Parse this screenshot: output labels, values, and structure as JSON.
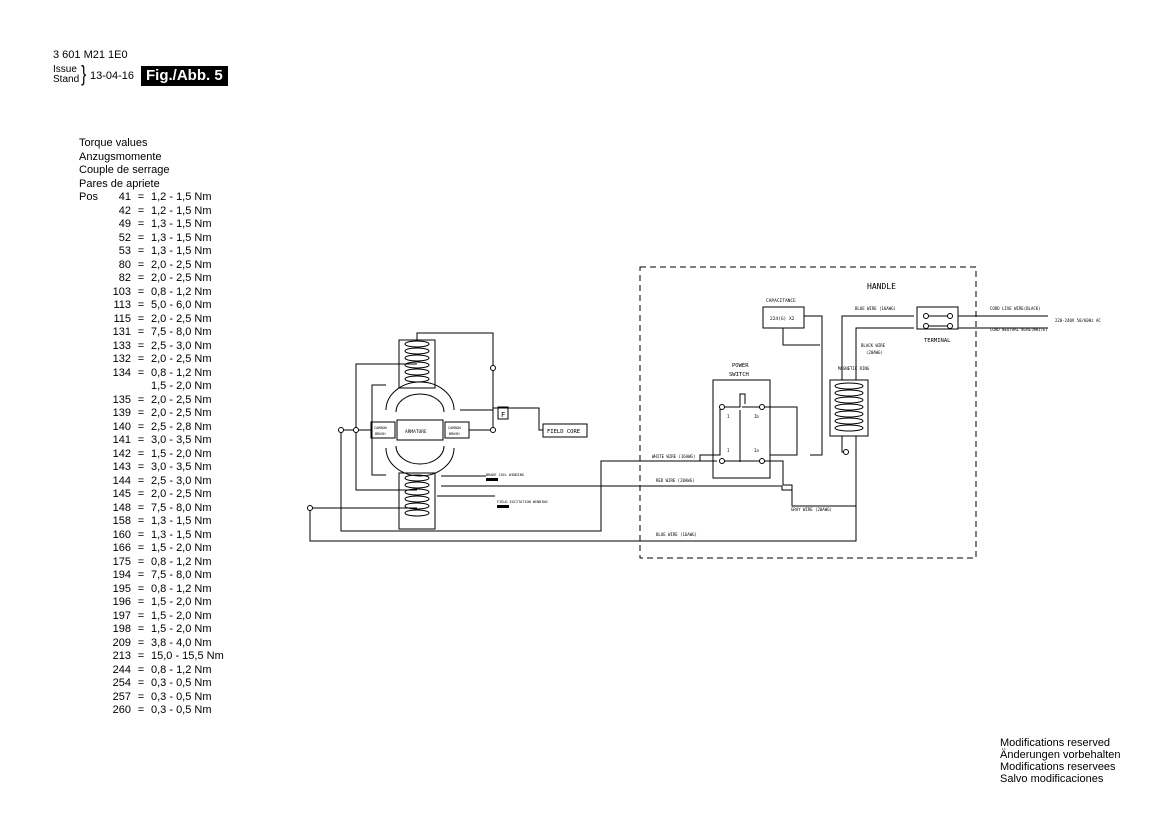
{
  "header": {
    "code": "3 601 M21 1E0",
    "issue_label": "Issue",
    "stand_label": "Stand",
    "date": "13-04-16",
    "figure": "Fig./Abb. 5"
  },
  "torque": {
    "headings": [
      "Torque values",
      "Anzugsmomente",
      "Couple de serrage",
      "Pares de apriete"
    ],
    "pos_label": "Pos",
    "rows": [
      {
        "pos": "41",
        "value": "1,2 - 1,5 Nm"
      },
      {
        "pos": "42",
        "value": "1,2 - 1,5 Nm"
      },
      {
        "pos": "49",
        "value": "1,3 - 1,5 Nm"
      },
      {
        "pos": "52",
        "value": "1,3 - 1,5 Nm"
      },
      {
        "pos": "53",
        "value": "1,3 - 1,5 Nm"
      },
      {
        "pos": "80",
        "value": "2,0 - 2,5 Nm"
      },
      {
        "pos": "82",
        "value": "2,0 - 2,5 Nm"
      },
      {
        "pos": "103",
        "value": "0,8 - 1,2 Nm"
      },
      {
        "pos": "113",
        "value": "5,0 - 6,0 Nm"
      },
      {
        "pos": "115",
        "value": "2,0 - 2,5 Nm"
      },
      {
        "pos": "131",
        "value": "7,5 - 8,0 Nm"
      },
      {
        "pos": "133",
        "value": "2,5 - 3,0 Nm"
      },
      {
        "pos": "132",
        "value": "2,0 - 2,5 Nm"
      },
      {
        "pos": "134",
        "value": "0,8 - 1,2 Nm"
      },
      {
        "pos": "",
        "value": "1,5 - 2,0 Nm"
      },
      {
        "pos": "135",
        "value": "2,0 - 2,5 Nm"
      },
      {
        "pos": "139",
        "value": "2,0 - 2,5 Nm"
      },
      {
        "pos": "140",
        "value": "2,5 - 2,8 Nm"
      },
      {
        "pos": "141",
        "value": "3,0 - 3,5 Nm"
      },
      {
        "pos": "142",
        "value": "1,5 - 2,0 Nm"
      },
      {
        "pos": "143",
        "value": "3,0 - 3,5 Nm"
      },
      {
        "pos": "144",
        "value": "2,5 - 3,0 Nm"
      },
      {
        "pos": "145",
        "value": "2,0 - 2,5 Nm"
      },
      {
        "pos": "148",
        "value": "7,5 - 8,0 Nm"
      },
      {
        "pos": "158",
        "value": "1,3 - 1,5 Nm"
      },
      {
        "pos": "160",
        "value": "1,3 - 1,5 Nm"
      },
      {
        "pos": "166",
        "value": "1,5 - 2,0 Nm"
      },
      {
        "pos": "175",
        "value": "0,8 - 1,2 Nm"
      },
      {
        "pos": "194",
        "value": "7,5 - 8,0 Nm"
      },
      {
        "pos": "195",
        "value": "0,8 - 1,2 Nm"
      },
      {
        "pos": "196",
        "value": "1,5 - 2,0 Nm"
      },
      {
        "pos": "197",
        "value": "1,5 - 2,0 Nm"
      },
      {
        "pos": "198",
        "value": "1,5 - 2,0 Nm"
      },
      {
        "pos": "209",
        "value": "3,8 - 4,0 Nm"
      },
      {
        "pos": "213",
        "value": "15,0 - 15,5 Nm"
      },
      {
        "pos": "244",
        "value": "0,8 - 1,2 Nm"
      },
      {
        "pos": "254",
        "value": "0,3 - 0,5 Nm"
      },
      {
        "pos": "257",
        "value": "0,3 - 0,5 Nm"
      },
      {
        "pos": "260",
        "value": "0,3 - 0,5 Nm"
      }
    ]
  },
  "diagram": {
    "handle": "HANDLE",
    "capacitance": "CAPACITANCE",
    "capacitor_value": "224(G) X2",
    "power_switch": [
      "POWER",
      "SWITCH"
    ],
    "magnetic_ring": "MAGNETIC RING",
    "black_wire": [
      "BLACK WIRE",
      "(20AWG)"
    ],
    "terminal": "TERMINAL",
    "blue_wire_top": "BLUE WIRE (16AWG)",
    "cord_live": "CORD LIVE WIRE(BLACK)",
    "cord_neutral": "CORD NEUTRAL WIRE(WHITE)",
    "supply": "220-240V 50/60Hz AC",
    "white_wire": "WHITE WIRE (16AWG)",
    "red_wire": "RED WIRE (20AWG)",
    "gray_wire": "GRAY WIRE (20AWG)",
    "blue_wire_bottom": "BLUE WIRE (16AWG)",
    "armature": "ARMATURE",
    "carbon_brush": [
      "CARBON",
      "BRUSH"
    ],
    "field_core": "FIELD CORE",
    "f_label": "F",
    "brake_coil": "BRAKE COIL WINDING",
    "field_excitation": "FIELD EXCITATION WINDING",
    "switch_terminals": [
      "I",
      "Ib",
      "I",
      "Ia"
    ]
  },
  "footer": {
    "modifications": [
      "Modifications reserved",
      "Änderungen vorbehalten",
      "Modifications reservees",
      "Salvo modificaciones"
    ]
  }
}
